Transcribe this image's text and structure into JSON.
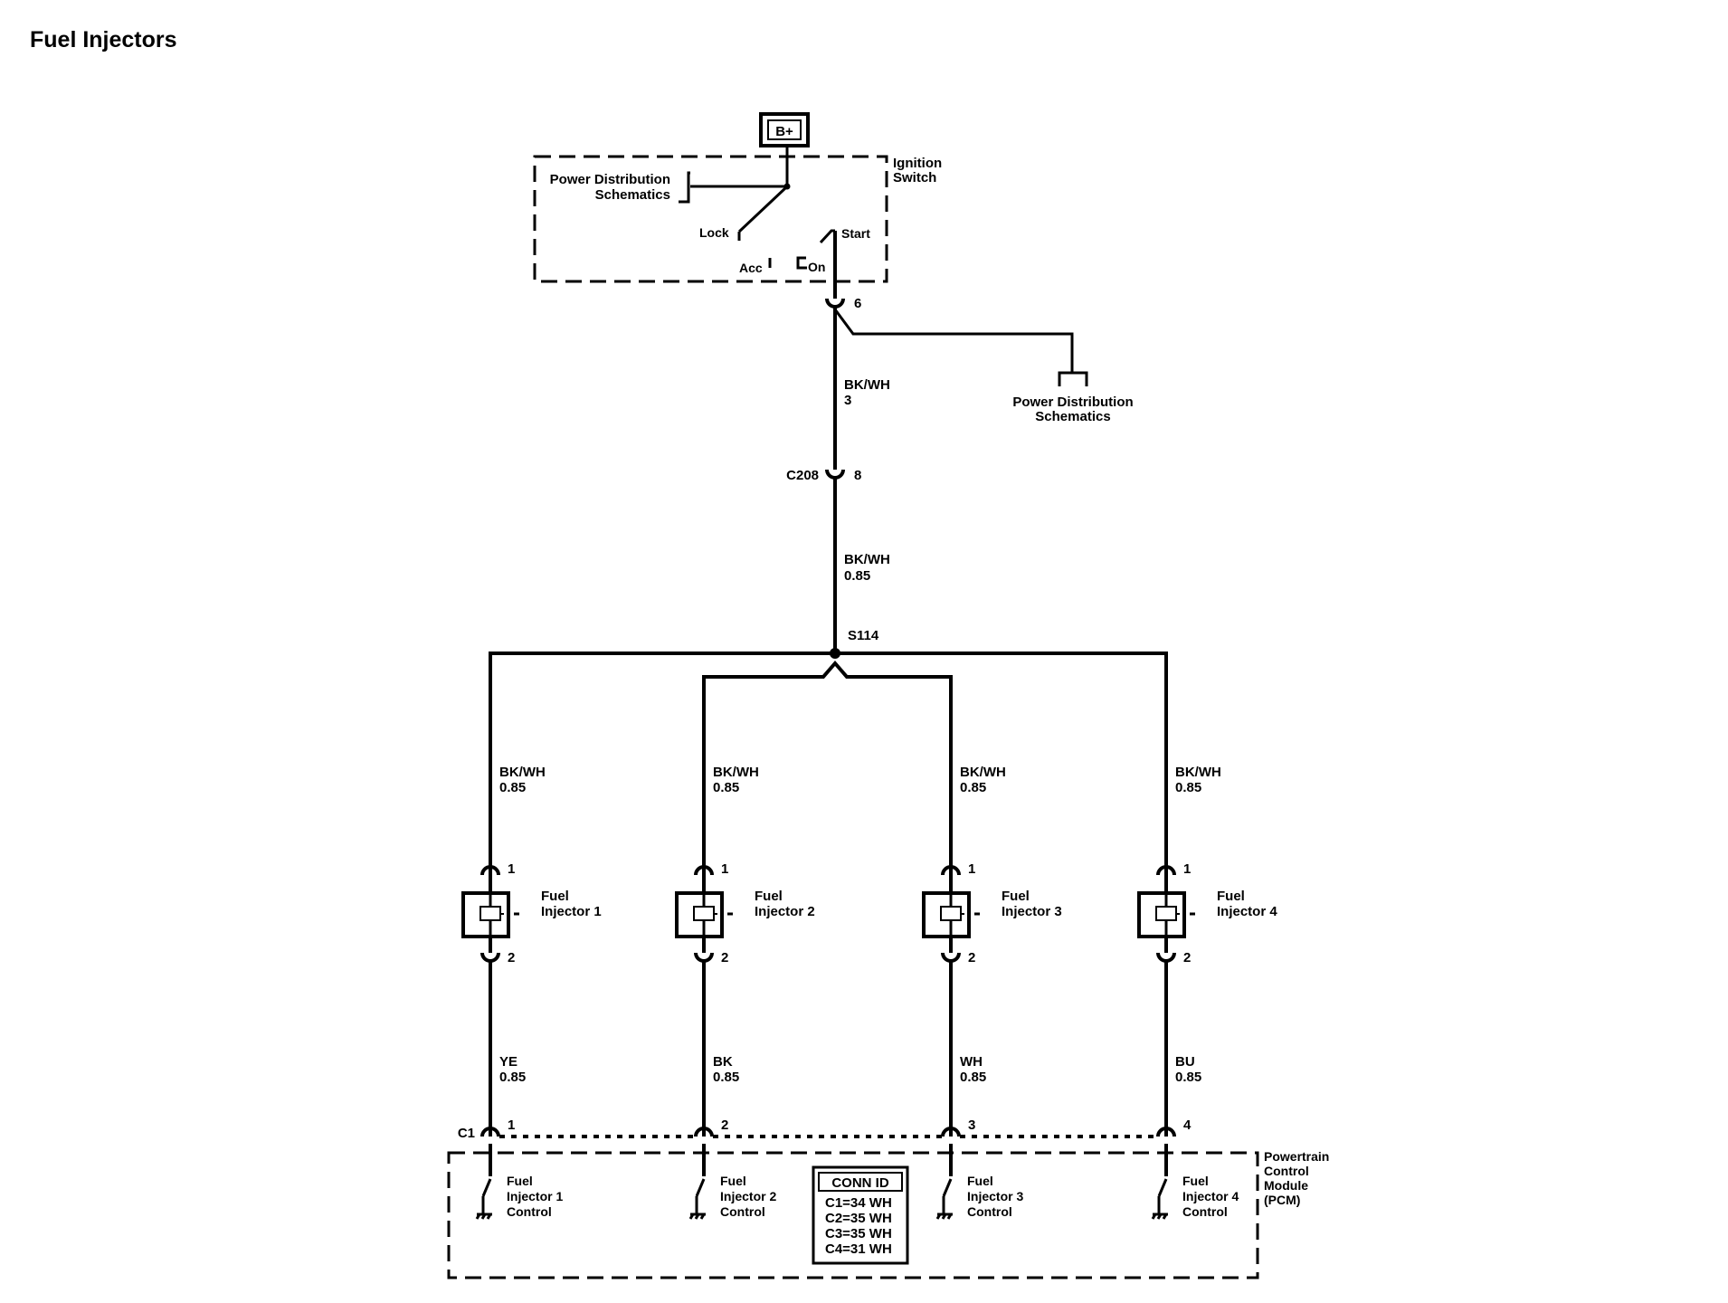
{
  "title": "Fuel Injectors",
  "supply": {
    "battery": "B+",
    "ignition_switch": [
      "Ignition",
      "Switch"
    ],
    "power_distribution_top": [
      "Power Distribution",
      "Schematics"
    ],
    "positions": {
      "lock": "Lock",
      "acc": "Acc",
      "on": "On",
      "start": "Start"
    },
    "switch_pin": "6",
    "power_distribution_right": [
      "Power Distribution",
      "Schematics"
    ],
    "wire_top": [
      "BK/WH",
      "3"
    ],
    "connector_c208": "C208",
    "c208_pin": "8",
    "wire_mid": [
      "BK/WH",
      "0.85"
    ],
    "splice": "S114"
  },
  "injectors": [
    {
      "name": [
        "Fuel",
        "Injector 1"
      ],
      "wire_in": [
        "BK/WH",
        "0.85"
      ],
      "pin_in": "1",
      "pin_out": "2",
      "wire_out": [
        "YE",
        "0.85"
      ],
      "pcm_pin": "1",
      "control": [
        "Fuel",
        "Injector 1",
        "Control"
      ]
    },
    {
      "name": [
        "Fuel",
        "Injector 2"
      ],
      "wire_in": [
        "BK/WH",
        "0.85"
      ],
      "pin_in": "1",
      "pin_out": "2",
      "wire_out": [
        "BK",
        "0.85"
      ],
      "pcm_pin": "2",
      "control": [
        "Fuel",
        "Injector 2",
        "Control"
      ]
    },
    {
      "name": [
        "Fuel",
        "Injector 3"
      ],
      "wire_in": [
        "BK/WH",
        "0.85"
      ],
      "pin_in": "1",
      "pin_out": "2",
      "wire_out": [
        "WH",
        "0.85"
      ],
      "pcm_pin": "3",
      "control": [
        "Fuel",
        "Injector 3",
        "Control"
      ]
    },
    {
      "name": [
        "Fuel",
        "Injector 4"
      ],
      "wire_in": [
        "BK/WH",
        "0.85"
      ],
      "pin_in": "1",
      "pin_out": "2",
      "wire_out": [
        "BU",
        "0.85"
      ],
      "pcm_pin": "4",
      "control": [
        "Fuel",
        "Injector 4",
        "Control"
      ]
    }
  ],
  "pcm": {
    "connector": "C1",
    "name": [
      "Powertrain",
      "Control",
      "Module",
      "(PCM)"
    ],
    "conn_id": {
      "title": "CONN ID",
      "rows": [
        "C1=34 WH",
        "C2=35 WH",
        "C3=35 WH",
        "C4=31 WH"
      ]
    }
  }
}
